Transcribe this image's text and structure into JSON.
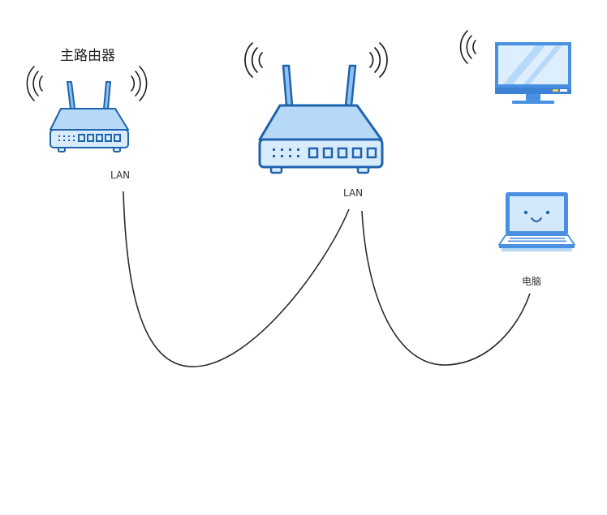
{
  "diagram": {
    "main_router_label": "主路由器",
    "lan_label_1": "LAN",
    "lan_label_2": "LAN",
    "computer_label": "电脑"
  },
  "colors": {
    "stroke": "#1e63ad",
    "fill_light": "#b7d9f8",
    "fill_mid": "#8fc1f0",
    "fill_blue": "#4a90e2",
    "cable": "#2b2b2b"
  },
  "icons": [
    "wifi-signal-icon",
    "router-icon",
    "monitor-icon",
    "laptop-icon"
  ]
}
